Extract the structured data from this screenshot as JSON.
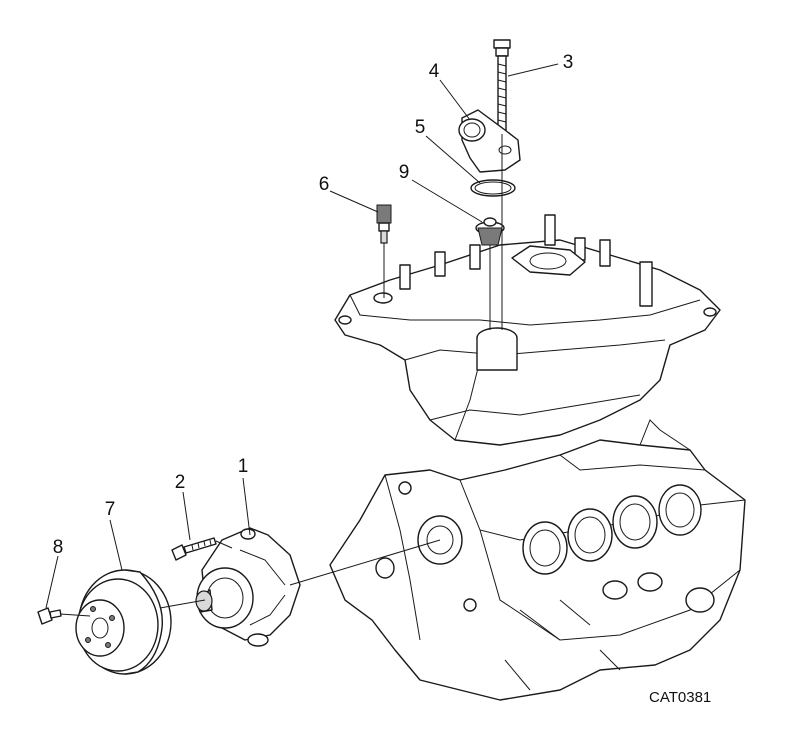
{
  "callouts": {
    "c1": "1",
    "c2": "2",
    "c3": "3",
    "c4": "4",
    "c5": "5",
    "c6": "6",
    "c7": "7",
    "c8": "8",
    "c9": "9"
  },
  "reference_code": "CAT0381"
}
